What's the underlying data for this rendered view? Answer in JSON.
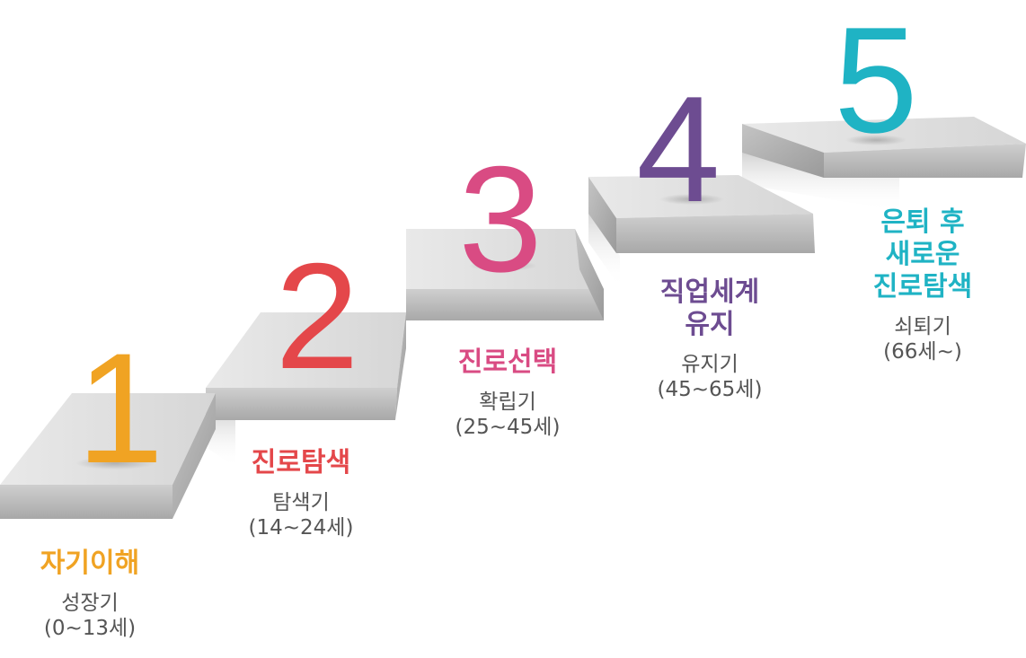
{
  "stages": [
    {
      "number": "1",
      "title": "자기이해",
      "period": "성장기",
      "age": "(0~13세)",
      "color": "#f0a323"
    },
    {
      "number": "2",
      "title": "진로탐색",
      "period": "탐색기",
      "age": "(14~24세)",
      "color": "#e4474a"
    },
    {
      "number": "3",
      "title": "진로선택",
      "period": "확립기",
      "age": "(25~45세)",
      "color": "#d94b83"
    },
    {
      "number": "4",
      "title": "직업세계\n유지",
      "period": "유지기",
      "age": "(45~65세)",
      "color": "#6d4c91"
    },
    {
      "number": "5",
      "title": "은퇴 후\n새로운\n진로탐색",
      "period": "쇠퇴기",
      "age": "(66세~)",
      "color": "#1fb3c4"
    }
  ]
}
